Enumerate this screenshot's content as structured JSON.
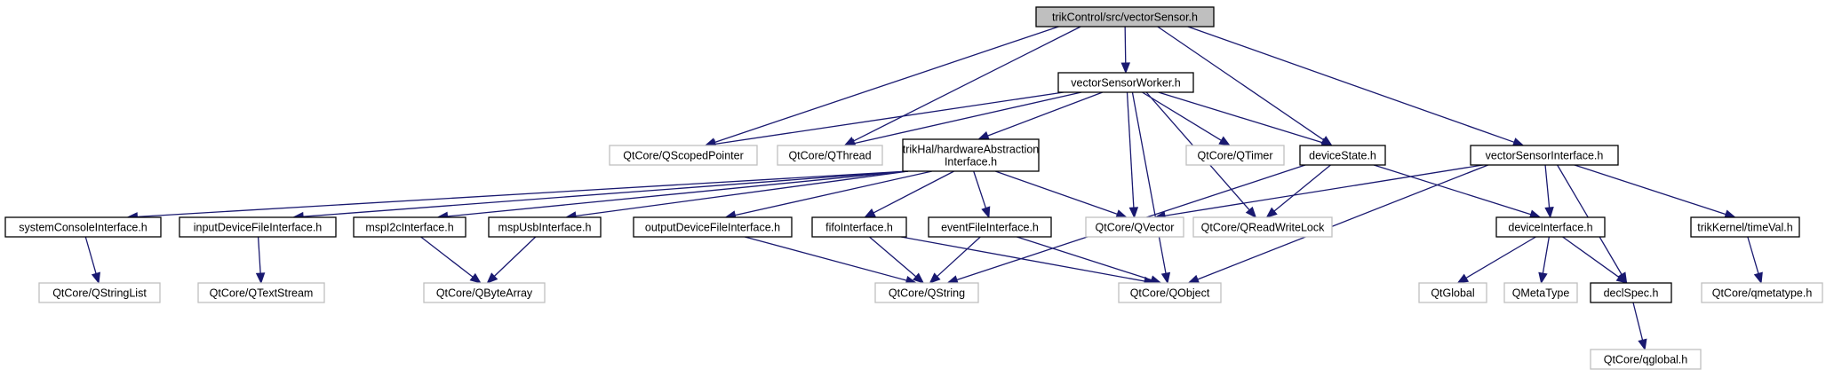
{
  "diagram": {
    "type": "include-dependency-graph",
    "colors": {
      "edge": "#191970",
      "root_fill": "#bfbfbf",
      "node_border": "#000000",
      "external_border": "#bfbfbf"
    },
    "nodes": [
      {
        "id": "root",
        "lines": [
          "trikControl/src/vectorSensor.h"
        ],
        "kind": "root"
      },
      {
        "id": "worker",
        "lines": [
          "vectorSensorWorker.h"
        ],
        "kind": "local"
      },
      {
        "id": "vsi",
        "lines": [
          "vectorSensorInterface.h"
        ],
        "kind": "local"
      },
      {
        "id": "scoped",
        "lines": [
          "QtCore/QScopedPointer"
        ],
        "kind": "external"
      },
      {
        "id": "qthread",
        "lines": [
          "QtCore/QThread"
        ],
        "kind": "external"
      },
      {
        "id": "hal",
        "lines": [
          "trikHal/hardwareAbstraction",
          "Interface.h"
        ],
        "kind": "local"
      },
      {
        "id": "qtimer",
        "lines": [
          "QtCore/QTimer"
        ],
        "kind": "external"
      },
      {
        "id": "devstate",
        "lines": [
          "deviceState.h"
        ],
        "kind": "local"
      },
      {
        "id": "sysconsole",
        "lines": [
          "systemConsoleInterface.h"
        ],
        "kind": "local"
      },
      {
        "id": "inputdev",
        "lines": [
          "inputDeviceFileInterface.h"
        ],
        "kind": "local"
      },
      {
        "id": "i2c",
        "lines": [
          "mspI2cInterface.h"
        ],
        "kind": "local"
      },
      {
        "id": "usb",
        "lines": [
          "mspUsbInterface.h"
        ],
        "kind": "local"
      },
      {
        "id": "outputdev",
        "lines": [
          "outputDeviceFileInterface.h"
        ],
        "kind": "local"
      },
      {
        "id": "fifo",
        "lines": [
          "fifoInterface.h"
        ],
        "kind": "local"
      },
      {
        "id": "eventfile",
        "lines": [
          "eventFileInterface.h"
        ],
        "kind": "local"
      },
      {
        "id": "qvector",
        "lines": [
          "QtCore/QVector"
        ],
        "kind": "external"
      },
      {
        "id": "rwlock",
        "lines": [
          "QtCore/QReadWriteLock"
        ],
        "kind": "external"
      },
      {
        "id": "devif",
        "lines": [
          "deviceInterface.h"
        ],
        "kind": "local"
      },
      {
        "id": "timeval",
        "lines": [
          "trikKernel/timeVal.h"
        ],
        "kind": "local"
      },
      {
        "id": "qstringlist",
        "lines": [
          "QtCore/QStringList"
        ],
        "kind": "external"
      },
      {
        "id": "qtextstream",
        "lines": [
          "QtCore/QTextStream"
        ],
        "kind": "external"
      },
      {
        "id": "qbytearray",
        "lines": [
          "QtCore/QByteArray"
        ],
        "kind": "external"
      },
      {
        "id": "qstring",
        "lines": [
          "QtCore/QString"
        ],
        "kind": "external"
      },
      {
        "id": "qobject",
        "lines": [
          "QtCore/QObject"
        ],
        "kind": "external"
      },
      {
        "id": "qtglobal",
        "lines": [
          "QtGlobal"
        ],
        "kind": "external"
      },
      {
        "id": "qmetatype",
        "lines": [
          "QMetaType"
        ],
        "kind": "external"
      },
      {
        "id": "declspec",
        "lines": [
          "declSpec.h"
        ],
        "kind": "local"
      },
      {
        "id": "qmetatypeh",
        "lines": [
          "QtCore/qmetatype.h"
        ],
        "kind": "external"
      },
      {
        "id": "qglobalh",
        "lines": [
          "QtCore/qglobal.h"
        ],
        "kind": "external"
      }
    ],
    "edges": [
      [
        "root",
        "worker"
      ],
      [
        "root",
        "vsi"
      ],
      [
        "root",
        "scoped"
      ],
      [
        "root",
        "qthread"
      ],
      [
        "root",
        "devstate"
      ],
      [
        "worker",
        "scoped"
      ],
      [
        "worker",
        "qthread"
      ],
      [
        "worker",
        "hal"
      ],
      [
        "worker",
        "qtimer"
      ],
      [
        "worker",
        "devstate"
      ],
      [
        "worker",
        "qvector"
      ],
      [
        "worker",
        "rwlock"
      ],
      [
        "worker",
        "qobject"
      ],
      [
        "hal",
        "sysconsole"
      ],
      [
        "hal",
        "inputdev"
      ],
      [
        "hal",
        "i2c"
      ],
      [
        "hal",
        "usb"
      ],
      [
        "hal",
        "outputdev"
      ],
      [
        "hal",
        "fifo"
      ],
      [
        "hal",
        "eventfile"
      ],
      [
        "hal",
        "qvector"
      ],
      [
        "sysconsole",
        "qstringlist"
      ],
      [
        "inputdev",
        "qtextstream"
      ],
      [
        "i2c",
        "qbytearray"
      ],
      [
        "usb",
        "qbytearray"
      ],
      [
        "outputdev",
        "qstring"
      ],
      [
        "fifo",
        "qstring"
      ],
      [
        "fifo",
        "qobject"
      ],
      [
        "eventfile",
        "qstring"
      ],
      [
        "eventfile",
        "qobject"
      ],
      [
        "devstate",
        "rwlock"
      ],
      [
        "devstate",
        "devif"
      ],
      [
        "devstate",
        "qstring"
      ],
      [
        "vsi",
        "qvector"
      ],
      [
        "vsi",
        "devif"
      ],
      [
        "vsi",
        "qobject"
      ],
      [
        "vsi",
        "declspec"
      ],
      [
        "vsi",
        "timeval"
      ],
      [
        "devif",
        "qtglobal"
      ],
      [
        "devif",
        "qmetatype"
      ],
      [
        "devif",
        "declspec"
      ],
      [
        "timeval",
        "qmetatypeh"
      ],
      [
        "declspec",
        "qglobalh"
      ]
    ]
  }
}
